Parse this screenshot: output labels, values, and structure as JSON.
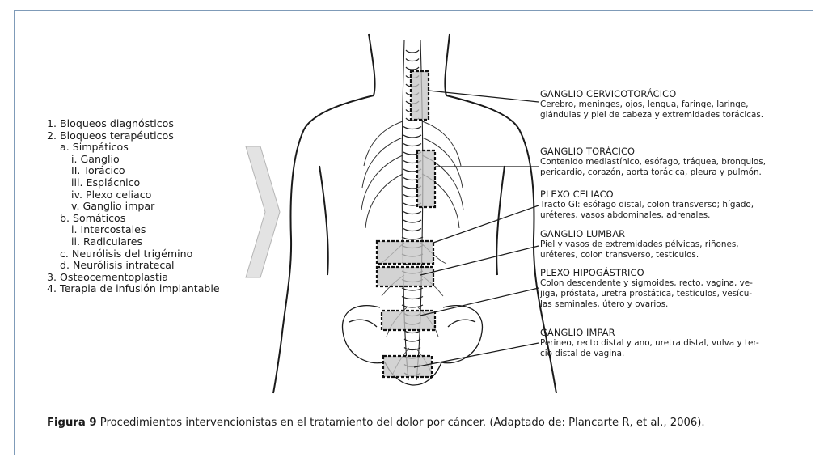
{
  "procedures": [
    {
      "text": "1. Bloqueos diagnósticos",
      "level": 0
    },
    {
      "text": "2. Bloqueos terapéuticos",
      "level": 0
    },
    {
      "text": "a. Simpáticos",
      "level": 1
    },
    {
      "text": "i. Ganglio",
      "level": 2
    },
    {
      "text": "II. Torácico",
      "level": 2
    },
    {
      "text": "iii. Esplácnico",
      "level": 2
    },
    {
      "text": "iv. Plexo celiaco",
      "level": 2
    },
    {
      "text": "v. Ganglio impar",
      "level": 2
    },
    {
      "text": "b. Somáticos",
      "level": 1
    },
    {
      "text": "i. Intercostales",
      "level": 2
    },
    {
      "text": "ii. Radiculares",
      "level": 2
    },
    {
      "text": "c. Neurólisis del trigémino",
      "level": 1
    },
    {
      "text": "d. Neurólisis intratecal",
      "level": 1
    },
    {
      "text": "3. Osteocementoplastia",
      "level": 0
    },
    {
      "text": "4. Terapia de infusión implantable",
      "level": 0
    }
  ],
  "labels": [
    {
      "title": "GANGLIO CERVICOTORÁCICO",
      "lines": [
        "Cerebro, meninges, ojos, lengua, faringe, laringe,",
        "glándulas y piel de cabeza y extremidades torácicas."
      ]
    },
    {
      "title": "GANGLIO TORÁCICO",
      "lines": [
        "Contenido mediastínico, esófago, tráquea, bronquios,",
        "pericardio, corazón, aorta torácica, pleura y pulmón."
      ]
    },
    {
      "title": "PLEXO CELIACO",
      "lines": [
        "Tracto GI: esófago distal, colon transverso; hígado,",
        "uréteres, vasos abdominales, adrenales."
      ]
    },
    {
      "title": "GANGLIO LUMBAR",
      "lines": [
        "Piel y vasos de extremidades pélvicas, riñones,",
        "uréteres, colon transverso, testículos."
      ]
    },
    {
      "title": "PLEXO HIPOGÁSTRICO",
      "lines": [
        "Colon descendente y sigmoides, recto, vagina, ve-",
        "jiga, próstata, uretra prostática, testículos, vesícu-",
        "las seminales, útero y ovarios."
      ]
    },
    {
      "title": "GANGLIO IMPAR",
      "lines": [
        "Perineo, recto distal y ano, uretra distal, vulva y ter-",
        "cio distal de vagina."
      ]
    }
  ],
  "caption": {
    "prefix": "Figura 9",
    "text": " Procedimientos intervencionistas en el tratamiento del dolor por cáncer. (Adaptado de: Plancarte R, et al., 2006)."
  },
  "colors": {
    "frame": "#7f9bb8",
    "box_fill": "#c4c4c4",
    "arrow_fill": "#e3e3e3"
  }
}
